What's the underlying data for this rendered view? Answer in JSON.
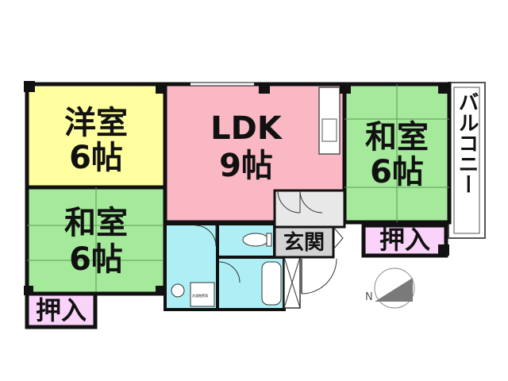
{
  "rooms": {
    "western_room": {
      "name": "洋室",
      "size": "6帖",
      "color": "#FFFFA0"
    },
    "ldk": {
      "name": "LDK",
      "size": "9帖",
      "color": "#F9B8C3"
    },
    "japanese_room_right": {
      "name": "和室",
      "size": "6帖",
      "color": "#A5EA9B"
    },
    "japanese_room_left": {
      "name": "和室",
      "size": "6帖",
      "color": "#A5EA9B"
    },
    "entrance": {
      "name": "玄関",
      "color": "#D3D3D3"
    },
    "closet_left": {
      "name": "押入",
      "color": "#F9D3F9"
    },
    "closet_right": {
      "name": "押入",
      "color": "#F9D3F9"
    },
    "balcony": {
      "name": "バルコニー"
    },
    "wet_area_color": "#AEEFF6"
  },
  "compass": {
    "label": "N"
  },
  "appliance_text": "洗濯機置場"
}
